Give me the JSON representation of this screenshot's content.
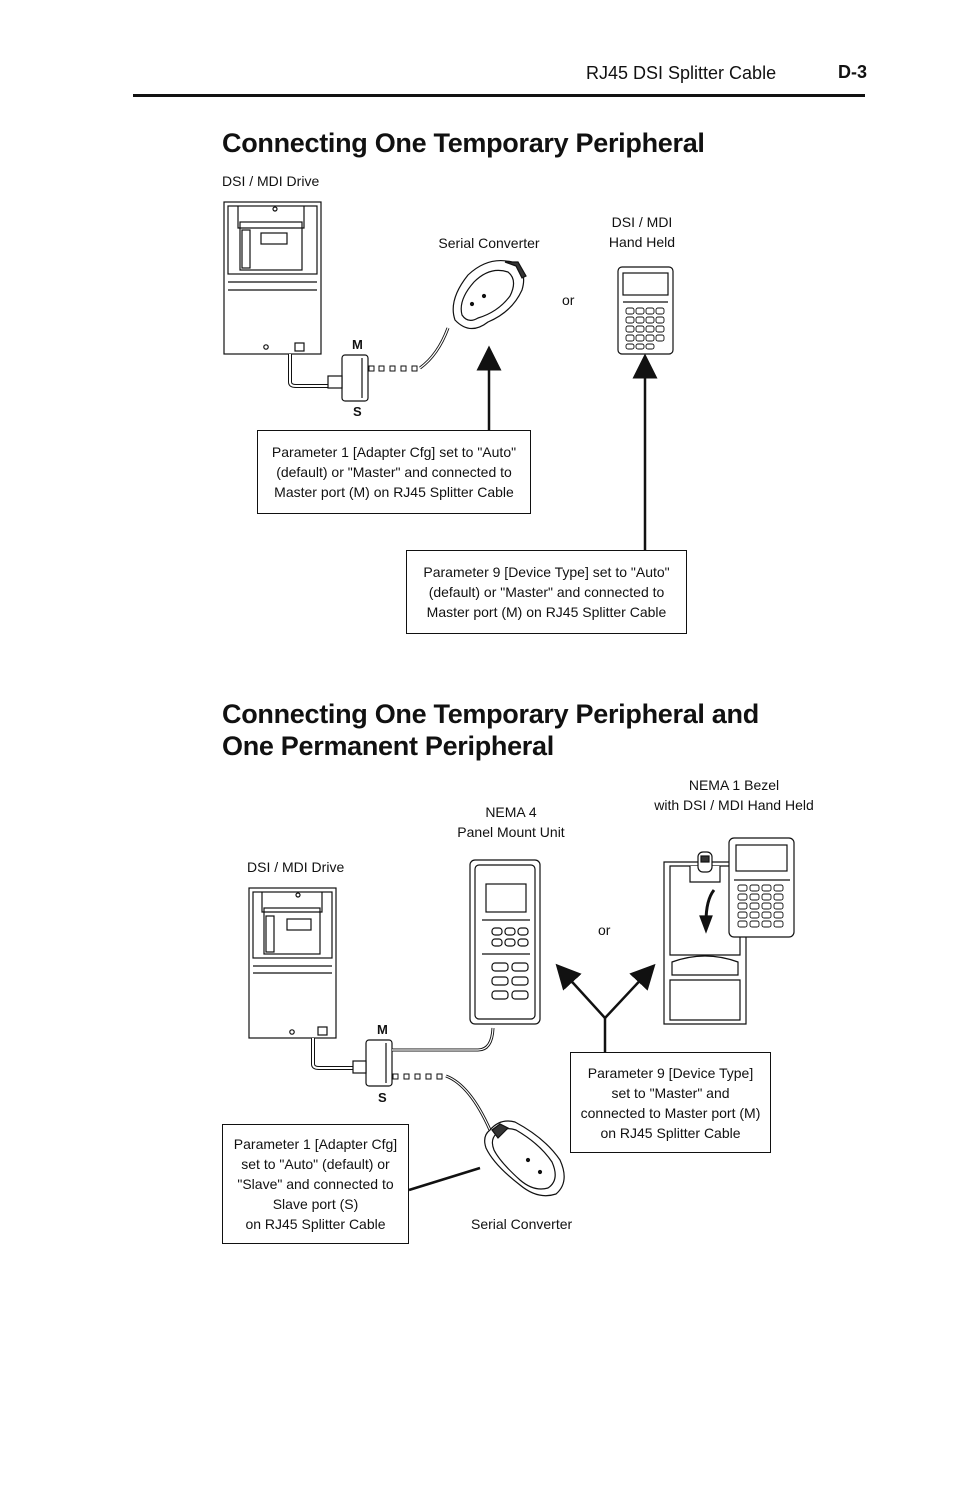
{
  "header": {
    "title": "RJ45 DSI Splitter Cable",
    "page": "D-3"
  },
  "section1": {
    "heading": "Connecting One Temporary Peripheral",
    "drive_label": "DSI / MDI Drive",
    "converter_label": "Serial Converter",
    "handheld_label_1": "DSI  / MDI",
    "handheld_label_2": "Hand Held",
    "or_label": "or",
    "port_m": "M",
    "port_s": "S",
    "note1": [
      "Parameter 1 [Adapter Cfg] set to \"Auto\"",
      "(default) or \"Master\" and connected to",
      "Master port (M) on RJ45 Splitter Cable"
    ],
    "note2": [
      "Parameter 9 [Device Type] set to \"Auto\"",
      "(default) or \"Master\" and connected to",
      "Master port (M) on RJ45 Splitter Cable"
    ]
  },
  "section2": {
    "heading_1": "Connecting One Temporary Peripheral and",
    "heading_2": "One Permanent Peripheral",
    "bezel_label_1": "NEMA 1 Bezel",
    "bezel_label_2": "with DSI / MDI Hand Held",
    "nema4_label_1": "NEMA 4",
    "nema4_label_2": "Panel Mount Unit",
    "drive_label": "DSI / MDI Drive",
    "or_label": "or",
    "port_m": "M",
    "port_s": "S",
    "converter_label": "Serial Converter",
    "note_device": [
      "Parameter 9 [Device Type]",
      "set to \"Master\" and",
      "connected to Master port (M)",
      "on RJ45 Splitter Cable"
    ],
    "note_adapter": [
      "Parameter 1 [Adapter Cfg]",
      "set to \"Auto\" (default) or",
      "\"Slave\" and connected to",
      "Slave port (S)",
      "on RJ45 Splitter Cable"
    ]
  }
}
